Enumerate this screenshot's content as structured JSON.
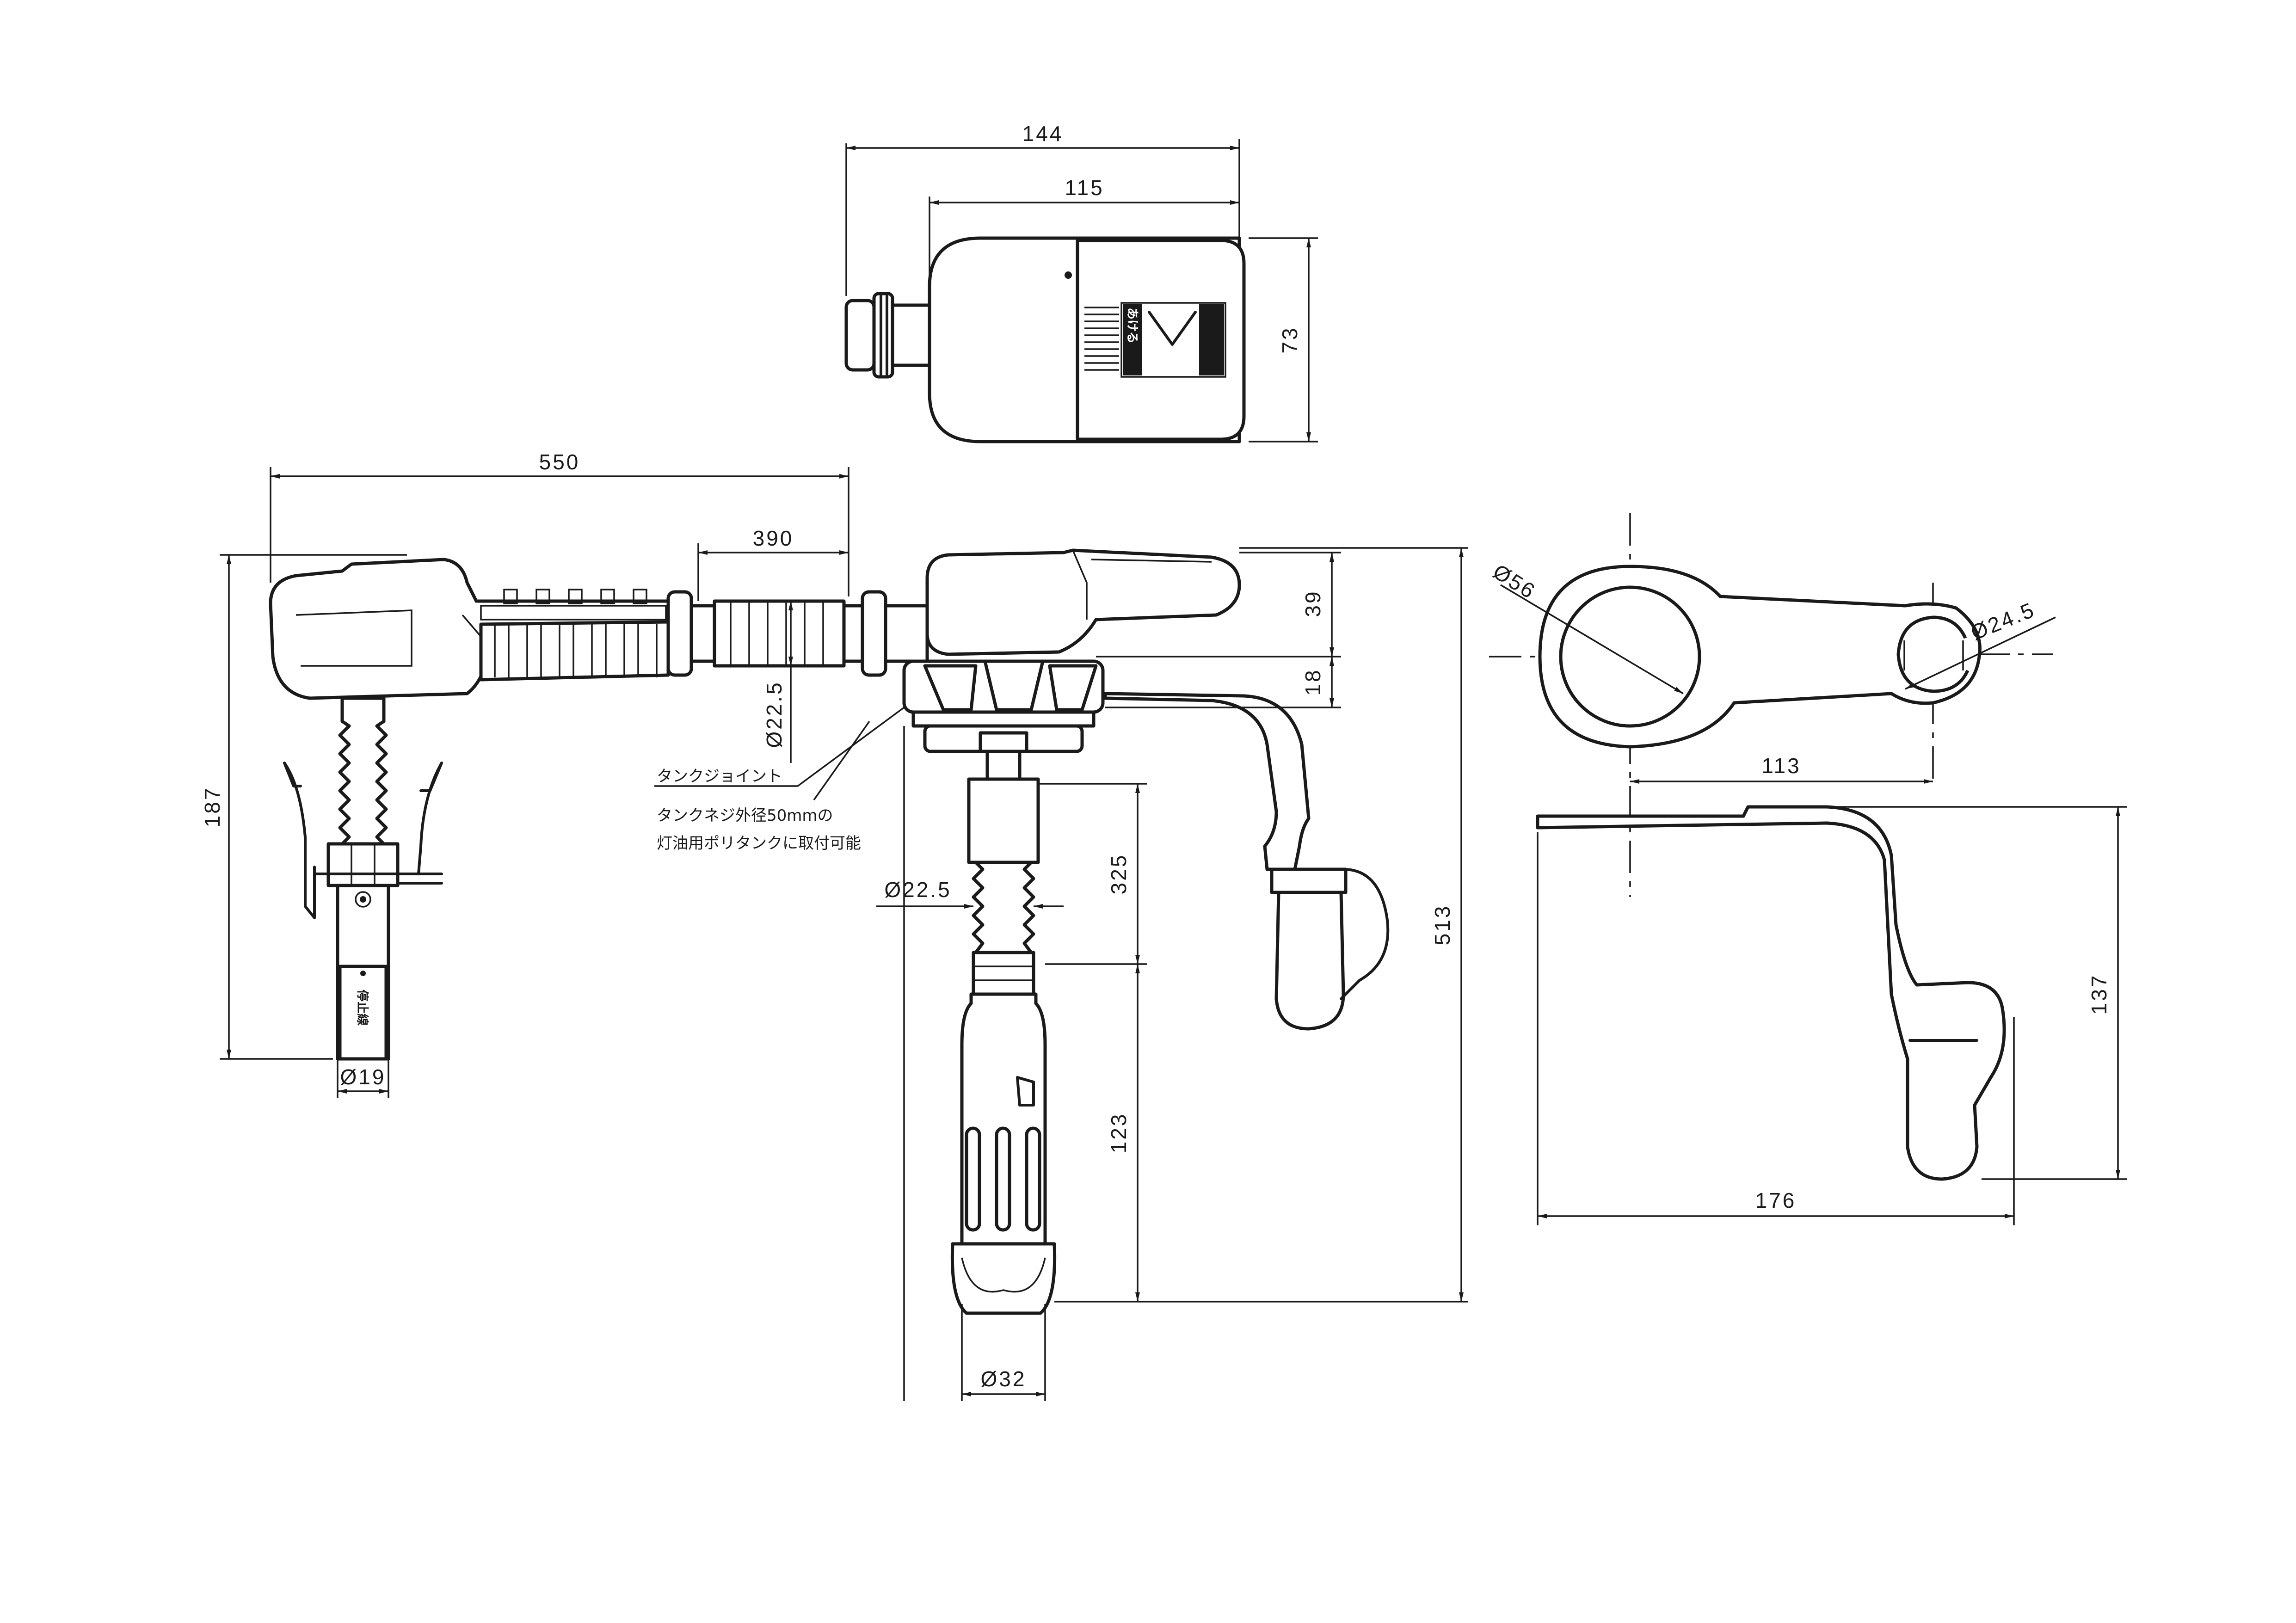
{
  "dimensions": {
    "top_width_total": "144",
    "top_width_body": "115",
    "top_height": "73",
    "overall_length": "550",
    "hose_length": "390",
    "nozzle_height": "187",
    "nozzle_diameter": "Ø19",
    "hose_diameter": "Ø22.5",
    "pump_head_height": "39",
    "joint_height": "18",
    "overall_height": "513",
    "upper_tube_length": "325",
    "upper_tube_diameter": "Ø22.5",
    "lower_tube_length": "123",
    "bottom_diameter": "Ø32",
    "ring_diameter": "Ø56",
    "hook_diameter": "Ø24.5",
    "center_distance": "113",
    "bracket_width": "176",
    "bracket_height": "137"
  },
  "notes": {
    "tank_joint": "タンクジョイント",
    "thread_spec": "タンクネジ外径50mmの",
    "compat": "灯油用ポリタンクに取付可能"
  },
  "product_labels": {
    "open_label": "あける",
    "stop_line": "停止線"
  }
}
